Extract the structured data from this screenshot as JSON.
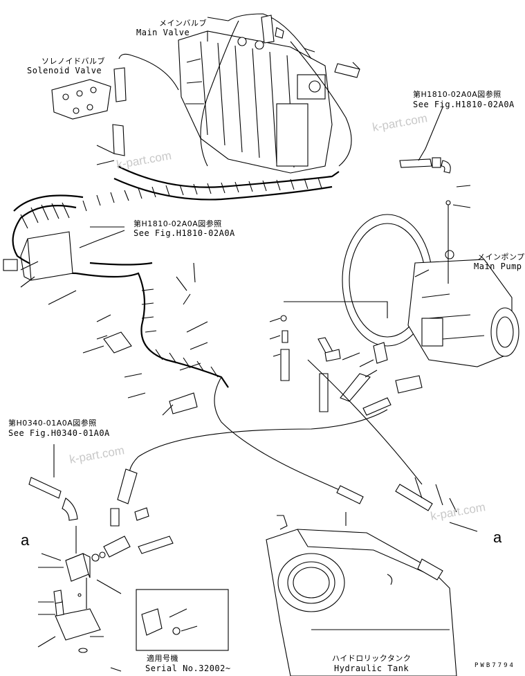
{
  "labels": {
    "main_valve_jp": "メインバルブ",
    "main_valve_en": "Main Valve",
    "solenoid_valve_jp": "ソレノイドバルブ",
    "solenoid_valve_en": "Solenoid Valve",
    "ref1_jp": "第H1810-02A0A図参照",
    "ref1_en": "See Fig.H1810-02A0A",
    "ref2_jp": "第H1810-02A0A図参照",
    "ref2_en": "See Fig.H1810-02A0A",
    "main_pump_jp": "メインポンプ",
    "main_pump_en": "Main Pump",
    "ref3_jp": "第H0340-01A0A図参照",
    "ref3_en": "See Fig.H0340-01A0A",
    "marker_a_left": "a",
    "marker_a_right": "a",
    "serial_jp": "適用号機",
    "serial_en": "Serial No.32002~",
    "tank_jp": "ハイドロリックタンク",
    "tank_en": "Hydraulic Tank",
    "drawing_code": "PWB7794"
  },
  "watermarks": [
    "k-part.com",
    "k-part.com",
    "k-part.com",
    "k-part.com"
  ],
  "colors": {
    "line": "#000000",
    "watermark": "#c8c8c8",
    "background": "#ffffff"
  }
}
